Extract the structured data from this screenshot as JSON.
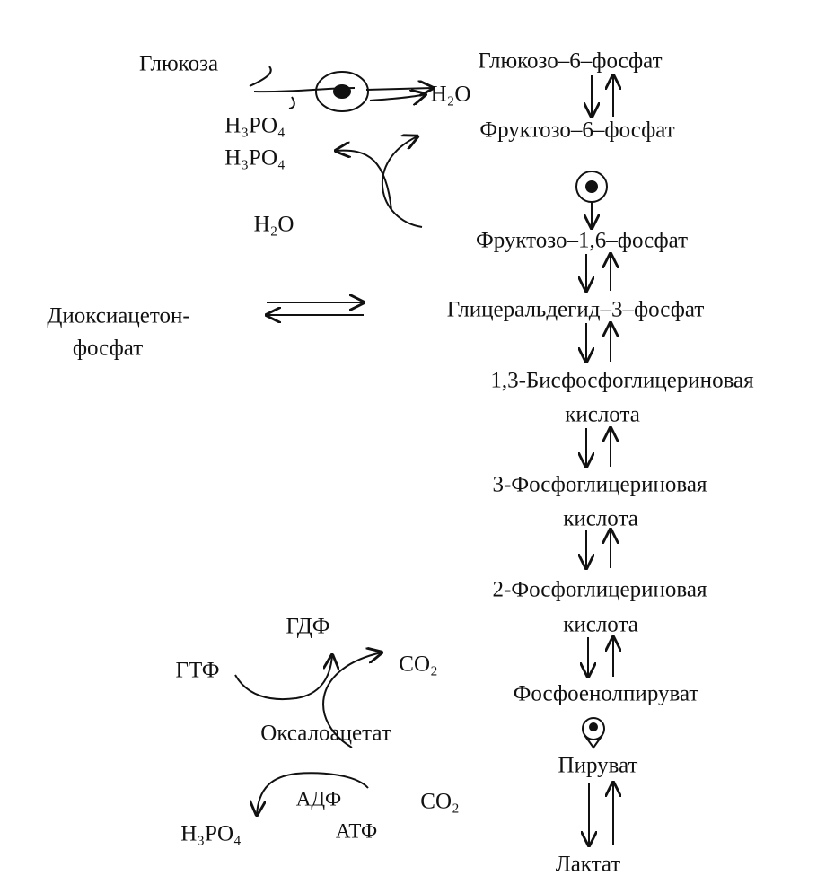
{
  "pathway": {
    "main_chain": [
      "Глюкозо–6–фосфат",
      "Фруктозо–6–фосфат",
      "Фруктозо–1,6–фосфат",
      "Глицеральдегид–3–фосфат",
      "1,3-Бисфосфоглицериновая",
      "кислота",
      "3-Фосфоглицериновая",
      "кислота",
      "2-Фосфоглицериновая",
      "кислота",
      "Фосфоенолпируват",
      "Пируват",
      "Лактат"
    ],
    "side": {
      "glucose": "Глюкоза",
      "h3po4": "H₃PO₄",
      "h2o": "H₂O",
      "dhap_1": "Диоксиацетон-",
      "dhap_2": "фосфат",
      "gdf": "ГДФ",
      "gtf": "ГТФ",
      "co2": "CO₂",
      "oxaloacetate": "Оксалоацетат",
      "adf": "АДФ",
      "atf": "АТФ"
    }
  },
  "colors": {
    "ink": "#111111"
  }
}
